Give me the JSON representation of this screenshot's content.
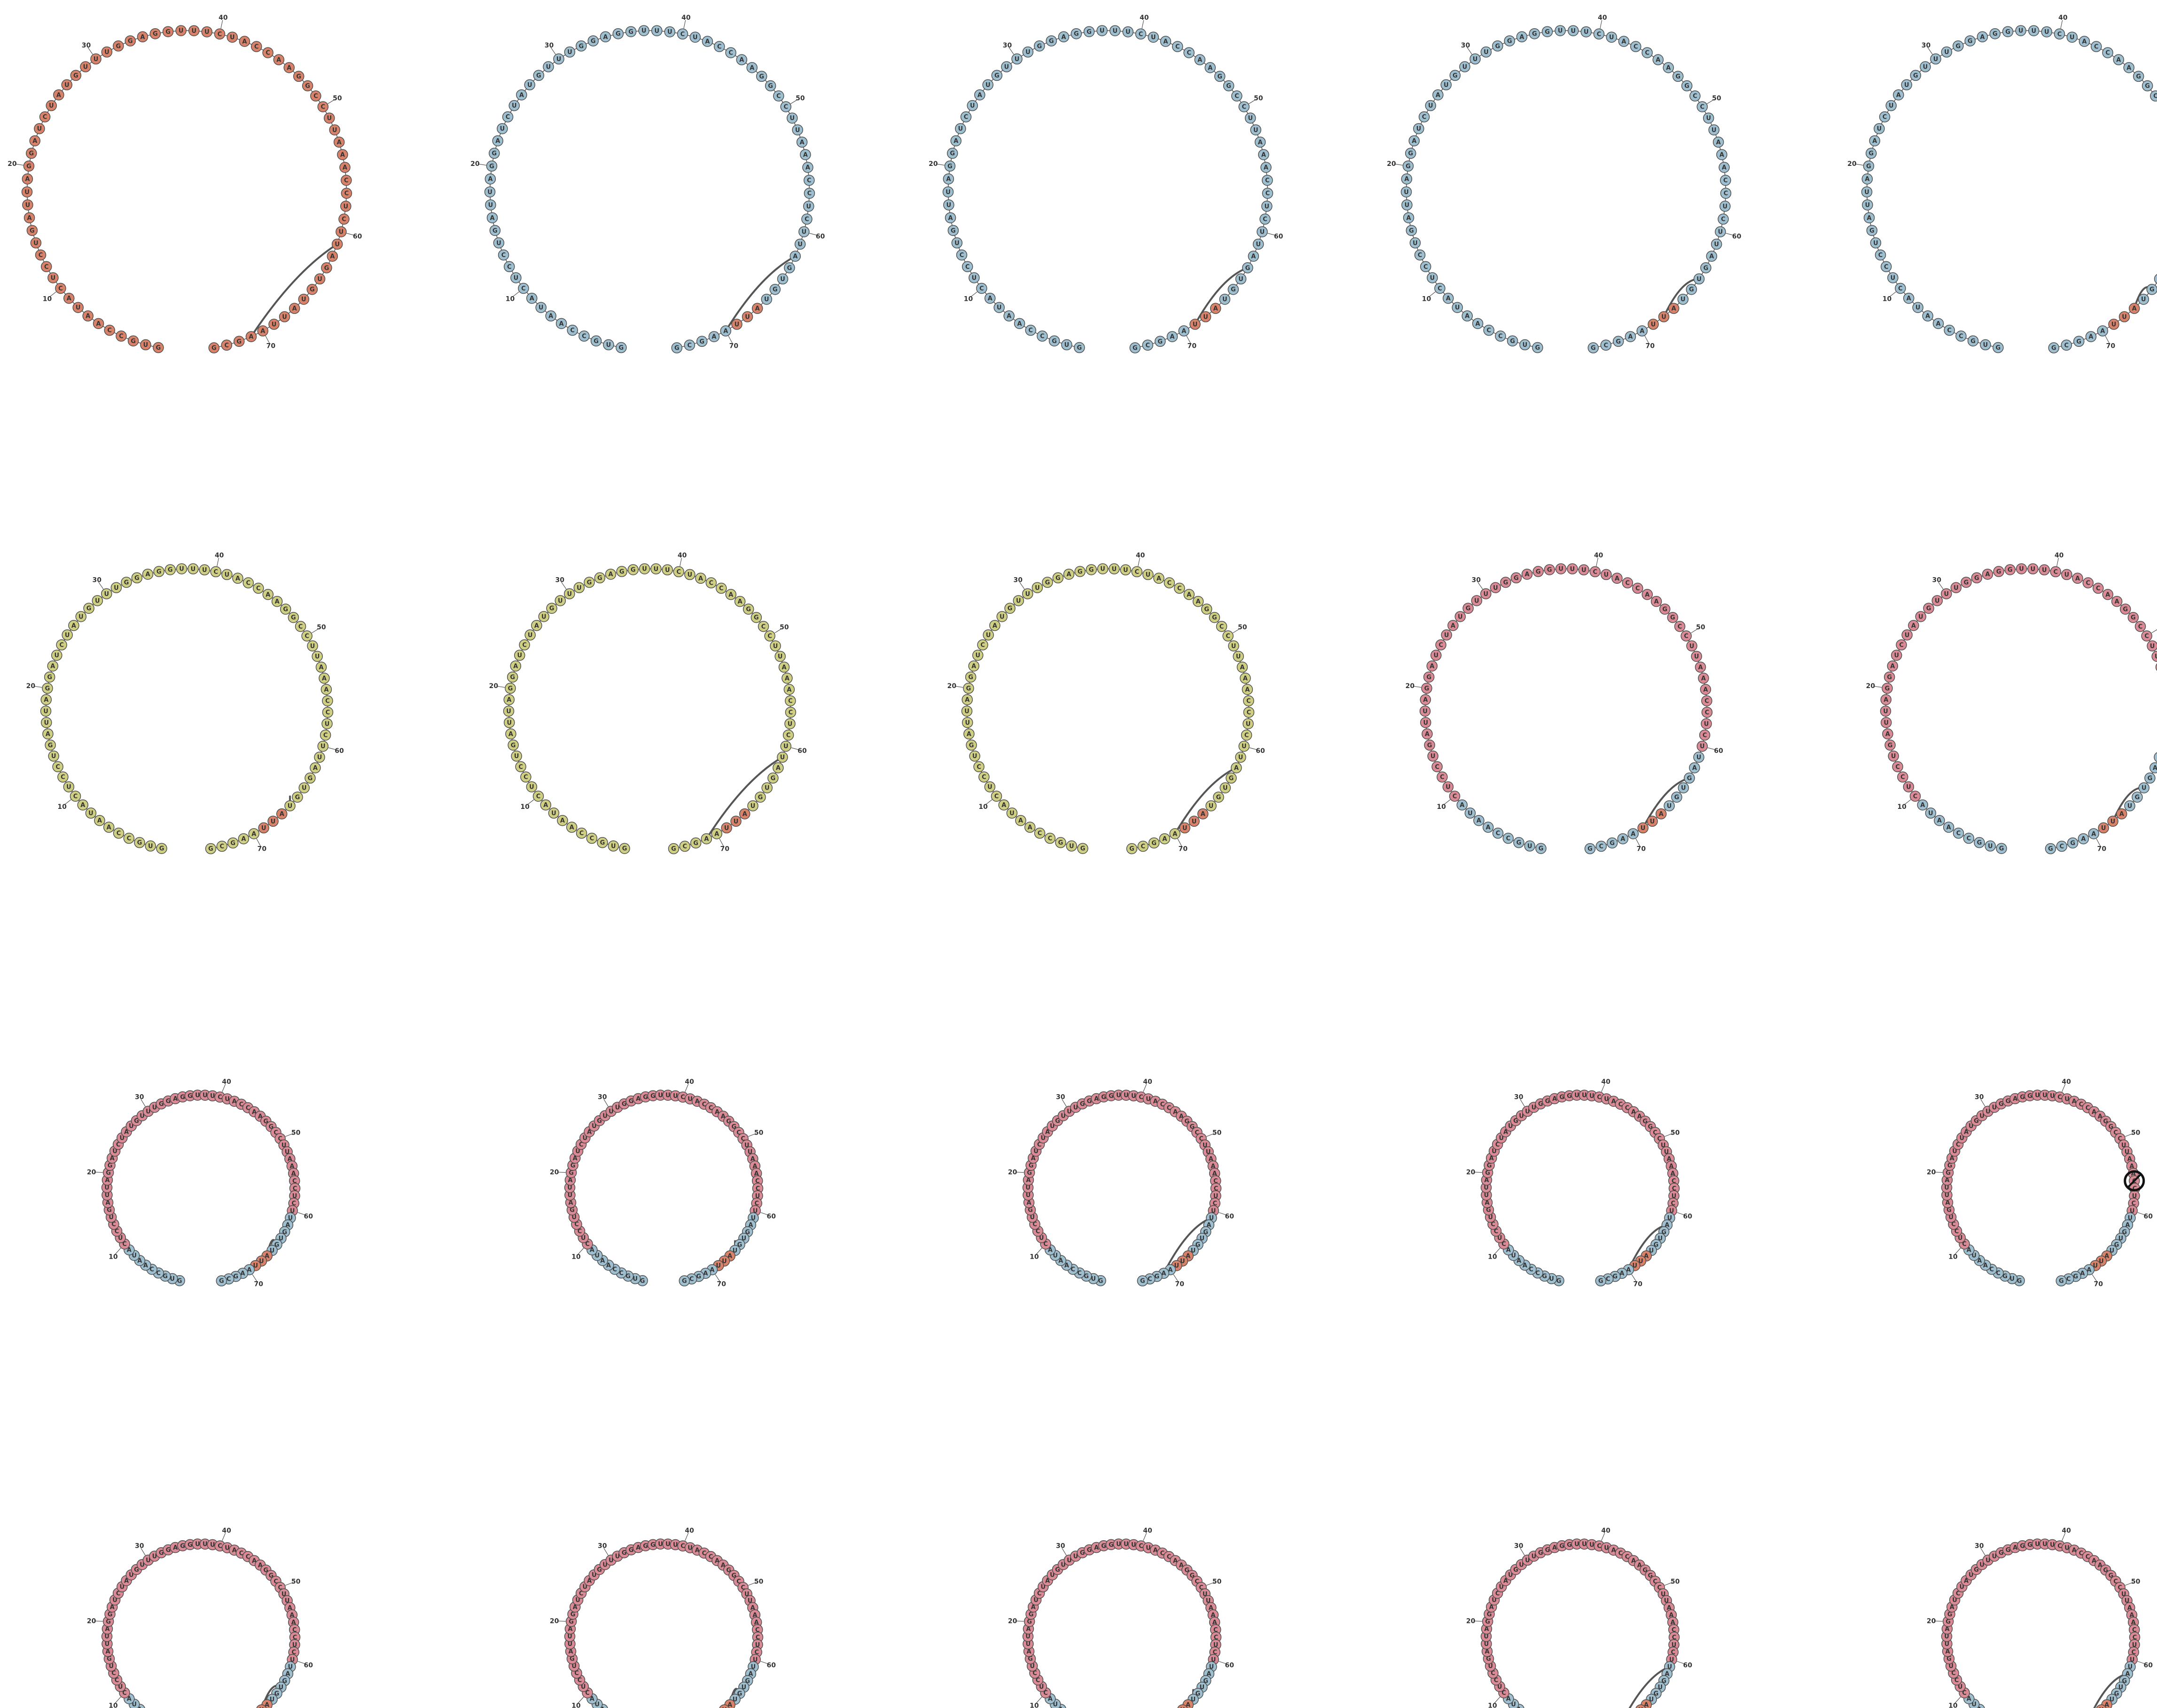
{
  "diagram": {
    "sequence": "GUGCCAAUACUCCUGAUUAGGAUCUAUGUUUGGAGGUUUCUACCAAGGCCUUAAACCUCUUAGUGUAUUAAGCG",
    "index_labels": [
      "10",
      "20",
      "30",
      "40",
      "50",
      "60",
      "70"
    ],
    "colors": {
      "external": "#d9826a",
      "loop": "#9dbfcf",
      "paired": "#7ed67e",
      "bulge": "#cfcf84",
      "multiloop": "#d98a95",
      "stroke": "#4d4d4d",
      "arc": "#555555"
    },
    "panels": [
      {
        "id": 1,
        "has_arc": true
      },
      {
        "id": 2,
        "has_arc": true
      },
      {
        "id": 3,
        "has_arc": true
      },
      {
        "id": 4,
        "has_arc": true
      },
      {
        "id": 5,
        "has_arc": true
      },
      {
        "id": 6,
        "has_arc": true
      },
      {
        "id": 7,
        "has_arc": true
      },
      {
        "id": 8,
        "has_arc": true
      },
      {
        "id": 9,
        "has_arc": true
      },
      {
        "id": 10,
        "has_arc": true
      },
      {
        "id": 11,
        "has_arc": true
      },
      {
        "id": 12,
        "has_arc": true
      },
      {
        "id": 13,
        "has_arc": true
      },
      {
        "id": 14,
        "has_arc": true
      },
      {
        "id": 15,
        "has_arc": false,
        "mark": "crossed-out-icon"
      },
      {
        "id": 16,
        "has_arc": true
      },
      {
        "id": 17,
        "has_arc": true
      },
      {
        "id": 18,
        "has_arc": true
      },
      {
        "id": 19,
        "has_arc": true
      },
      {
        "id": 20,
        "has_arc": true
      }
    ]
  }
}
